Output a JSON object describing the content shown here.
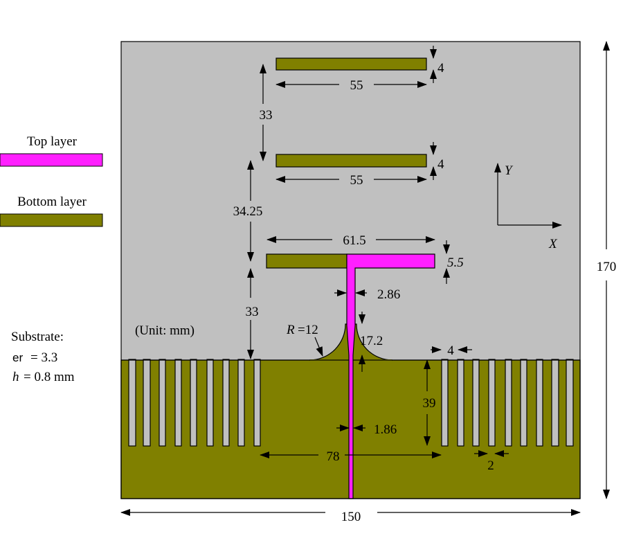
{
  "legend": {
    "top_layer_label": "Top layer",
    "bottom_layer_label": "Bottom layer",
    "top_layer_color": "#ff1fff",
    "bottom_layer_color": "#808000"
  },
  "substrate": {
    "title": "Substrate:",
    "er_label": "er",
    "er_value": "= 3.3",
    "h_label": "h",
    "h_value": "= 0.8 mm",
    "color": "#c0c0c0"
  },
  "unit_note": "(Unit: mm)",
  "axes": {
    "x": "X",
    "y": "Y"
  },
  "dimensions": {
    "strip1_width": "4",
    "strip1_length": "55",
    "strip_gap": "33",
    "strip2_width": "4",
    "strip2_length": "55",
    "strip2_to_t": "34.25",
    "t_length": "61.5",
    "t_width": "5.5",
    "feed_upper_width": "2.86",
    "taper_length": "17.2",
    "radius_label": "R",
    "radius_value": "=12",
    "t_to_ground": "33",
    "slot_pitch": "4",
    "slot_length": "39",
    "feed_lower_width": "1.86",
    "center_width": "78",
    "slot_width": "2",
    "board_width": "150",
    "board_height": "170"
  }
}
